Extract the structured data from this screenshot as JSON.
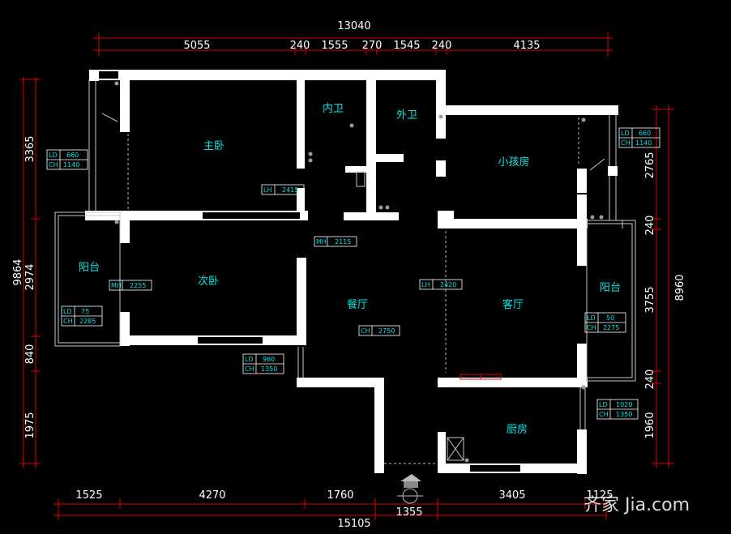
{
  "dimensions": {
    "top_total": "13040",
    "top_segments": [
      "5055",
      "240",
      "1555",
      "270",
      "1545",
      "240",
      "4135"
    ],
    "left_total": "9864",
    "left_segments": [
      "3365",
      "2974",
      "840",
      "1975"
    ],
    "right_total": "8960",
    "right_segments": [
      "2765",
      "240",
      "3755",
      "240",
      "1960"
    ],
    "bottom_total": "15105",
    "bottom_segments": [
      "1525",
      "4270",
      "1760",
      "3405",
      "1125"
    ],
    "bottom_door": "1355"
  },
  "rooms": {
    "master_bedroom": "主卧",
    "inner_bath": "内卫",
    "outer_bath": "外卫",
    "kids_room": "小孩房",
    "balcony_left": "阳台",
    "second_bedroom": "次卧",
    "dining": "餐厅",
    "living": "客厅",
    "balcony_right": "阳台",
    "kitchen": "厨房"
  },
  "tags": {
    "master_ld": {
      "k1": "LD",
      "v1": "660",
      "k2": "CH",
      "v2": "1140"
    },
    "kids_ld": {
      "k1": "LD",
      "v1": "660",
      "k2": "CH",
      "v2": "1140"
    },
    "inner_lh": {
      "k1": "LH",
      "v1": "2415"
    },
    "hall_mh": {
      "k1": "MH",
      "v1": "2115"
    },
    "second_mh": {
      "k1": "MH",
      "v1": "2255"
    },
    "balcony_ld": {
      "k1": "LD",
      "v1": "75",
      "k2": "CH",
      "v2": "2285"
    },
    "living_lh": {
      "k1": "LH",
      "v1": "2420"
    },
    "dining_ch": {
      "k1": "CH",
      "v1": "2750"
    },
    "window_ld": {
      "k1": "LD",
      "v1": "960",
      "k2": "CH",
      "v2": "1350"
    },
    "balcony_r_ld": {
      "k1": "LD",
      "v1": "50",
      "k2": "CH",
      "v2": "2275"
    },
    "kitchen_ld": {
      "k1": "LD",
      "v1": "1020",
      "k2": "CH",
      "v2": "1350"
    }
  },
  "watermark": "齐家 Jia.com",
  "colors": {
    "dimension_line": "#e00000",
    "room_label": "#00e6e6",
    "wall": "#ffffff",
    "background": "#000000"
  }
}
